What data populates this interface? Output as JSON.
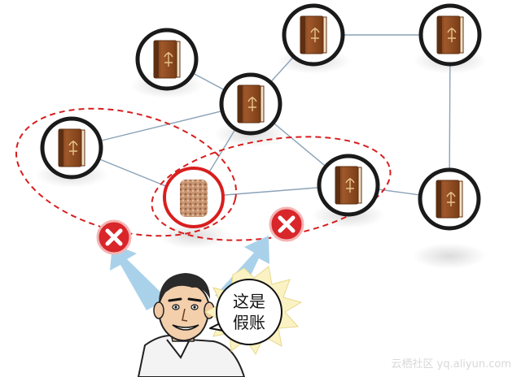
{
  "speech_bubble": {
    "line1": "这是",
    "line2": "假账"
  },
  "watermark": "云栖社区 yq.aliyun.com",
  "colors": {
    "node_ring": "#1a1a1a",
    "book": "#8a4a22",
    "book_dark": "#5e2f12",
    "fake_ring": "#d81e1e",
    "dashed_group": "#d81e1e",
    "edge": "#8aa2b8",
    "arrow": "#a9d2ea",
    "x_badge": "#d8262a"
  },
  "nodes": [
    {
      "id": "n1",
      "kind": "book"
    },
    {
      "id": "n2",
      "kind": "book"
    },
    {
      "id": "n3",
      "kind": "book"
    },
    {
      "id": "n4",
      "kind": "book"
    },
    {
      "id": "n5",
      "kind": "book"
    },
    {
      "id": "n6",
      "kind": "fake"
    },
    {
      "id": "n7",
      "kind": "book"
    },
    {
      "id": "n8",
      "kind": "book"
    }
  ],
  "edges": [
    [
      "n1",
      "n3"
    ],
    [
      "n3",
      "n2"
    ],
    [
      "n2",
      "n4"
    ],
    [
      "n4",
      "n8"
    ],
    [
      "n3",
      "n7"
    ],
    [
      "n5",
      "n3"
    ],
    [
      "n5",
      "n6"
    ],
    [
      "n6",
      "n3"
    ],
    [
      "n6",
      "n7"
    ],
    [
      "n7",
      "n8"
    ]
  ]
}
